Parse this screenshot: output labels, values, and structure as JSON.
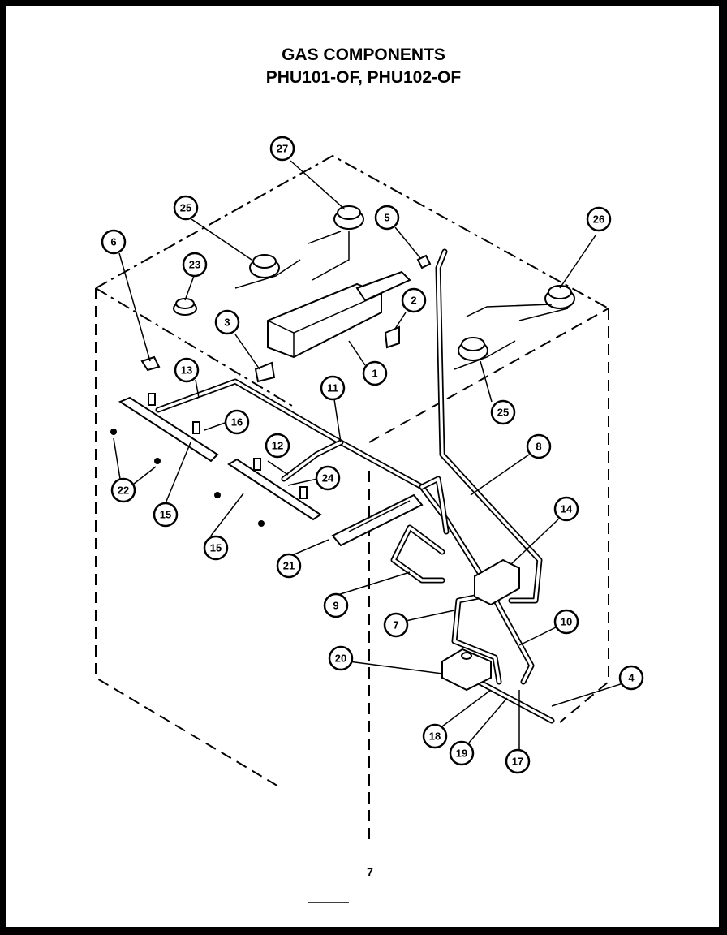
{
  "title": "GAS COMPONENTS",
  "subtitle": "PHU101-OF, PHU102-OF",
  "page_number": "7",
  "callouts": [
    "1",
    "2",
    "3",
    "4",
    "5",
    "6",
    "7",
    "8",
    "9",
    "10",
    "11",
    "12",
    "13",
    "14",
    "15",
    "15",
    "16",
    "17",
    "18",
    "19",
    "20",
    "21",
    "22",
    "23",
    "24",
    "25",
    "25",
    "26",
    "27"
  ]
}
